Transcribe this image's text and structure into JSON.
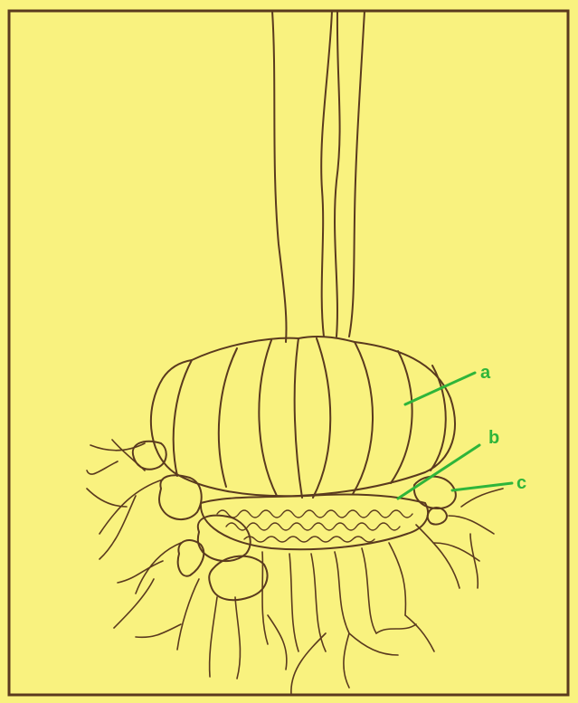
{
  "colors": {
    "background": "#f9f27f",
    "ink": "#5a3a1e",
    "label": "#2fb53a"
  },
  "labels": {
    "a": "a",
    "b": "b",
    "c": "c"
  }
}
